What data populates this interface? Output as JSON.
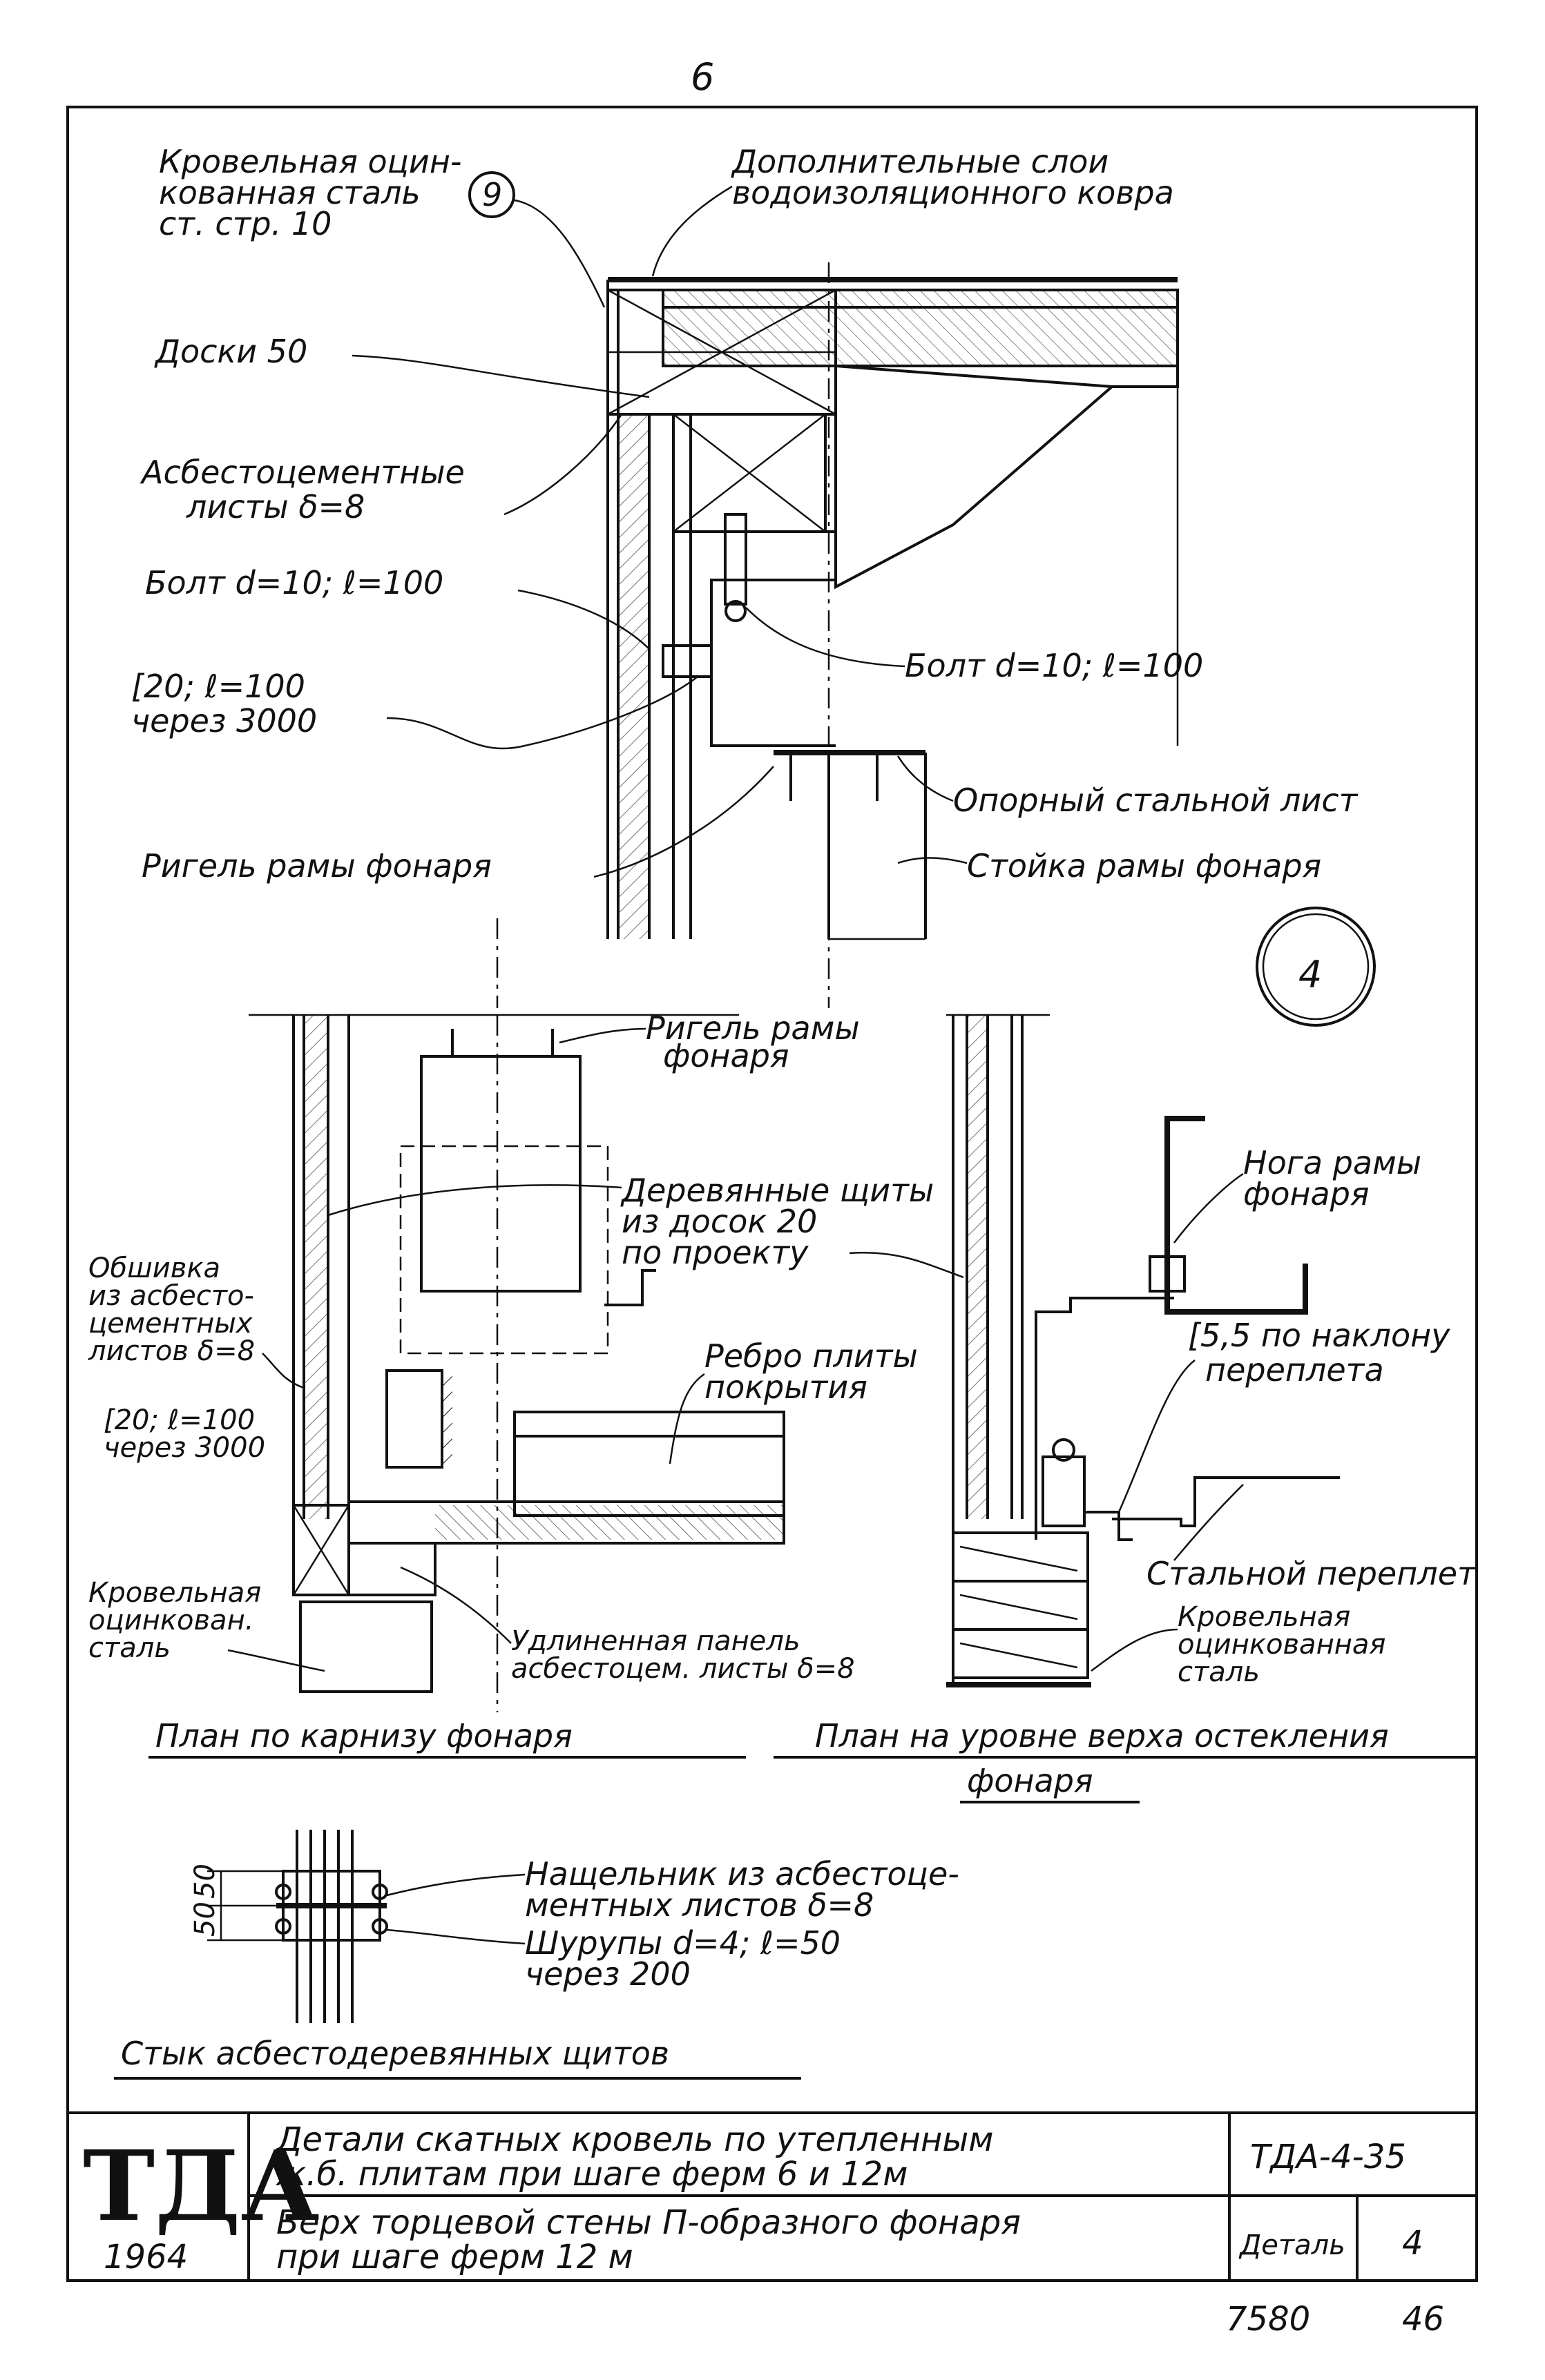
{
  "page_number": "6",
  "detail_circle": "4",
  "labels": {
    "roof_steel_1": "Кровельная оцин-",
    "roof_steel_2": "кованная сталь",
    "roof_steel_ref": "ст. стр. 10",
    "roof_steel_circle": "9",
    "extra_layers_1": "Дополнительные слои",
    "extra_layers_2": "водоизоляционного ковра",
    "boards": "Доски 50",
    "asb_sheets_1": "Асбестоцементные",
    "asb_sheets_2": "листы δ=8",
    "bolt_left": "Болт d=10; ℓ=100",
    "bolt_right": "Болт d=10; ℓ=100",
    "c20_1": "[20; ℓ=100",
    "c20_2": "через 3000",
    "support_sheet": "Опорный стальной лист",
    "riegel_top": "Ригель рамы фонаря",
    "column": "Стойка рамы фонаря",
    "riegel_plan_1": "Ригель рамы",
    "riegel_plan_2": "фонаря",
    "wood_panels_1": "Деревянные щиты",
    "wood_panels_2": "из досок 20",
    "wood_panels_3": "по проекту",
    "leg_1": "Нога рамы",
    "leg_2": "фонаря",
    "cladding_1": "Обшивка",
    "cladding_2": "из асбесто-",
    "cladding_3": "цементных",
    "cladding_4": "листов δ=8",
    "rib_1": "Ребро плиты",
    "rib_2": "покрытия",
    "c55_1": "[5,5 по наклону",
    "c55_2": "переплета",
    "c20p_1": "[20; ℓ=100",
    "c20p_2": "через 3000",
    "steel_frame": "Стальной переплет",
    "roof_galv_l1": "Кровельная",
    "roof_galv_l2": "оцинкован.",
    "roof_galv_l3": "сталь",
    "long_panel_1": "Удлиненная панель",
    "long_panel_2": "асбестоцем. листы δ=8",
    "roof_galv_r1": "Кровельная",
    "roof_galv_r2": "оцинкованная",
    "roof_galv_r3": "сталь",
    "plan_eaves": "План по карнизу фонаря",
    "plan_top_1": "План на уровне верха остекления",
    "plan_top_2": "фонаря",
    "batten_1": "Нащельник из асбестоце-",
    "batten_2": "ментных листов δ=8",
    "screws_1": "Шурупы d=4; ℓ=50",
    "screws_2": "через 200",
    "dim_50a": "50",
    "dim_50b": "50",
    "joint_title": "Стык асбестодеревянных щитов"
  },
  "title_block": {
    "logo": "ТДА",
    "year": "1964",
    "desc_1": "Детали скатных кровель по утепленным",
    "desc_2": "ж.б. плитам при шаге ферм 6 и 12м",
    "desc_3": "Верх торцевой стены П-образного фонаря",
    "desc_4": "при шаге ферм 12 м",
    "code": "ТДА-4-35",
    "detail_label": "Деталь",
    "detail_no": "4",
    "sheet_no": "7580",
    "page": "46"
  }
}
